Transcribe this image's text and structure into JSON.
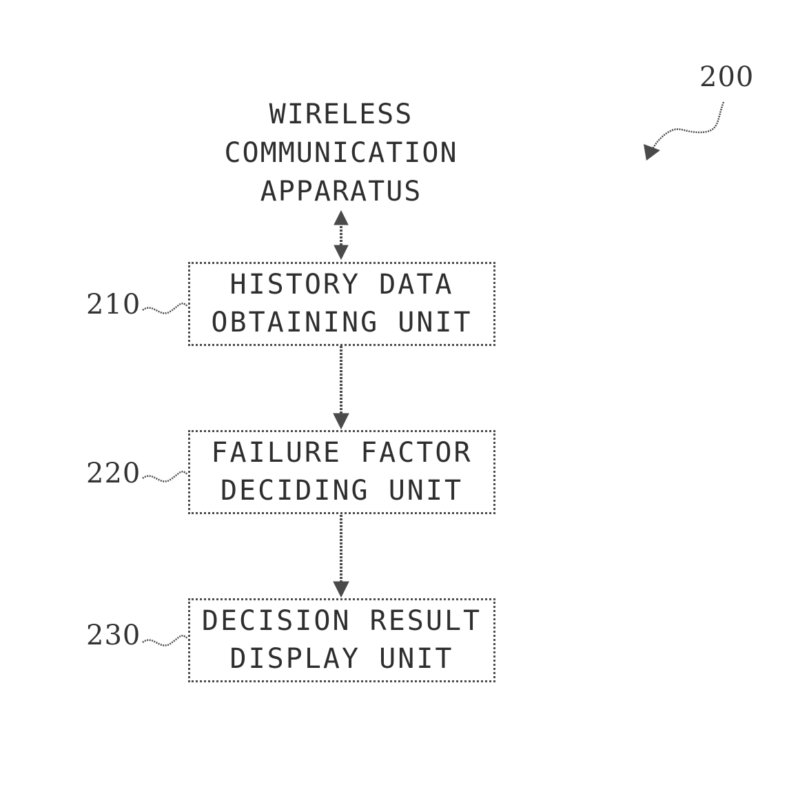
{
  "diagram_ref": "200",
  "external": {
    "lines": [
      "WIRELESS",
      "COMMUNICATION",
      "APPARATUS"
    ]
  },
  "blocks": [
    {
      "ref": "210",
      "lines": [
        "HISTORY DATA",
        "OBTAINING UNIT"
      ]
    },
    {
      "ref": "220",
      "lines": [
        "FAILURE FACTOR",
        "DECIDING UNIT"
      ]
    },
    {
      "ref": "230",
      "lines": [
        "DECISION RESULT",
        "DISPLAY UNIT"
      ]
    }
  ],
  "colors": {
    "line": "#4a4a4a",
    "text": "#2e2e2e"
  }
}
